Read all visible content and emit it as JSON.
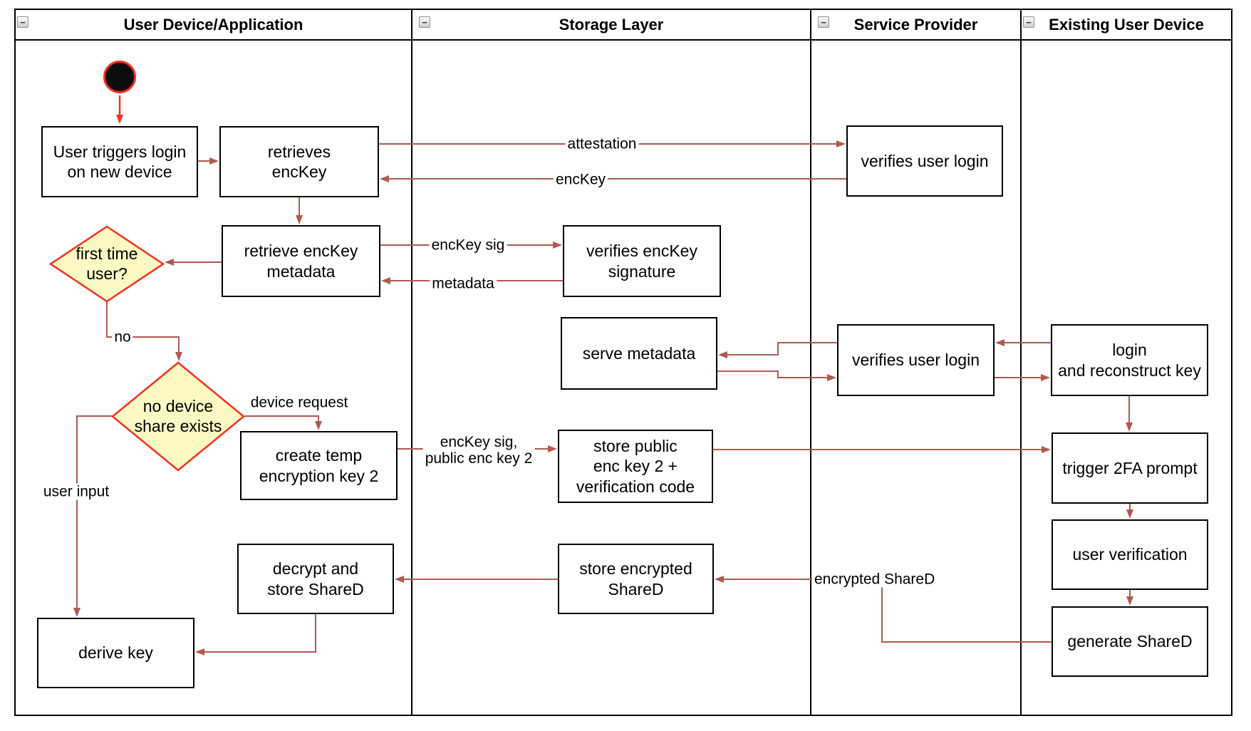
{
  "lanes": [
    {
      "title": "User Device/Application"
    },
    {
      "title": "Storage Layer"
    },
    {
      "title": "Service Provider"
    },
    {
      "title": "Existing User Device"
    }
  ],
  "icons": {
    "collapse": "−"
  },
  "nodes": {
    "user_triggers": "User triggers login\non new device",
    "retrieves_enckey": "retrieves\nencKey",
    "verifies_user_login_1": "verifies user login",
    "retrieve_enckey_metadata": "retrieve encKey\nmetadata",
    "verifies_enckey_signature": "verifies encKey\nsignature",
    "first_time_user": "first time\nuser?",
    "serve_metadata": "serve metadata",
    "verifies_user_login_2": "verifies user login",
    "login_reconstruct": "login\nand reconstruct key",
    "no_device_share": "no device\nshare exists",
    "create_temp": "create temp\nencryption key 2",
    "store_public": "store public\nenc key 2 +\nverification code",
    "trigger_2fa": "trigger 2FA prompt",
    "user_verification": "user verification",
    "generate_shared": "generate ShareD",
    "store_encrypted": "store encrypted\nShareD",
    "decrypt_store": "decrypt and\nstore ShareD",
    "derive_key": "derive key"
  },
  "labels": {
    "attestation": "attestation",
    "enckey": "encKey",
    "enckey_sig": "encKey sig",
    "metadata": "metadata",
    "no": "no",
    "device_request": "device request",
    "enckey_sig_public": "encKey sig,\npublic enc key 2",
    "user_input": "user input",
    "encrypted_shared": "encrypted ShareD"
  },
  "colors": {
    "arrow": "#b05a52",
    "accent_red": "#f5301d",
    "diamond_fill": "#fdf9c4",
    "node_border": "#000000"
  }
}
